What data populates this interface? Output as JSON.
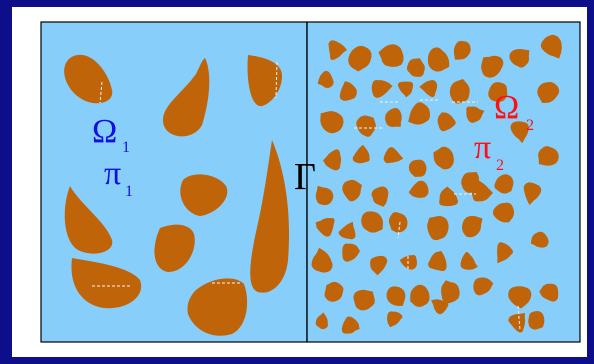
{
  "colors": {
    "border": "#0d0f8a",
    "background": "#ffffff",
    "medium": "#87cefa",
    "grain": "#c0640a",
    "grain_crack": "#f4f4f4",
    "domain1_label": "#1010e0",
    "domain2_label": "#ff1010",
    "interface_label": "#000000"
  },
  "labels": {
    "omega1_base": "Ω",
    "omega1_sub": "1",
    "pi1_base": "π",
    "pi1_sub": "1",
    "interface": "Γ",
    "omega2_base": "Ω",
    "omega2_sub": "2",
    "pi2_base": "π",
    "pi2_sub": "2"
  }
}
